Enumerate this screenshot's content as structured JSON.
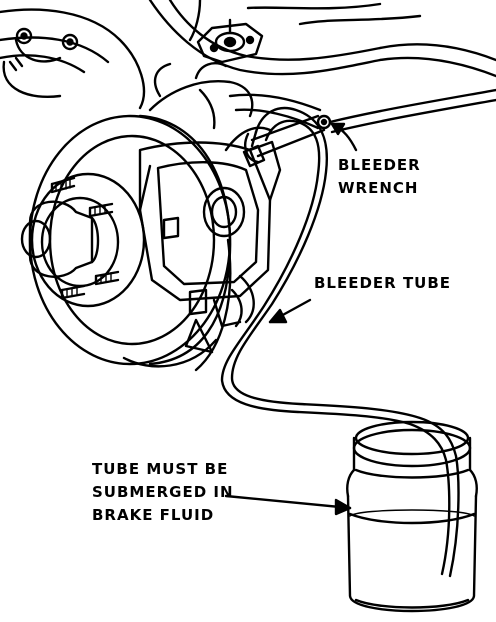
{
  "diagram": {
    "labels": {
      "bleeder_wrench": [
        "BLEEDER",
        "WRENCH"
      ],
      "bleeder_tube": "BLEEDER TUBE",
      "submerged": [
        "TUBE MUST BE",
        "SUBMERGED IN",
        "BRAKE FLUID"
      ]
    },
    "colors": {
      "ink": "#000000",
      "paper": "#ffffff"
    }
  }
}
